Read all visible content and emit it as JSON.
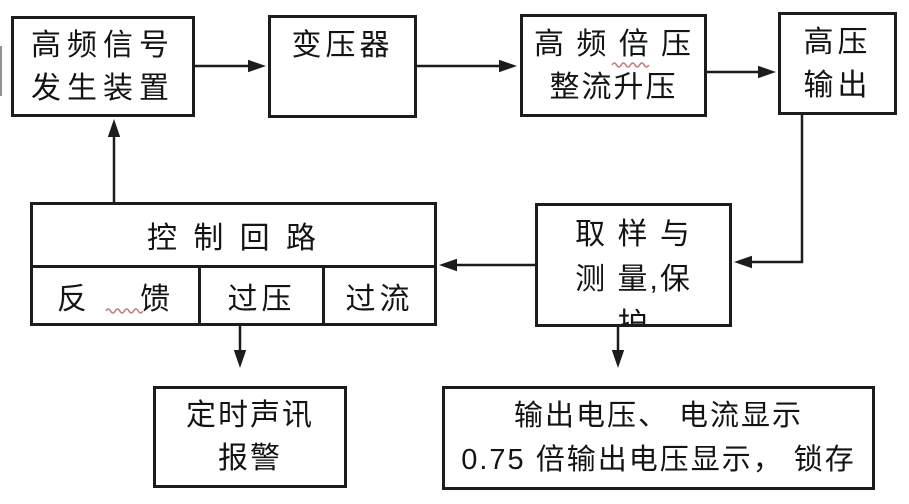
{
  "colors": {
    "line": "#1c1c1c",
    "background": "#ffffff",
    "text": "#141414",
    "spellcheck_underline": "#c97b7b"
  },
  "boxes": {
    "signal_generator": {
      "lines": [
        "高频信号",
        "发生装置"
      ]
    },
    "transformer": {
      "lines": [
        "变压器"
      ]
    },
    "doubler_rectifier": {
      "lines": [
        "高 频 倍 压",
        "整流升压"
      ]
    },
    "hv_output": {
      "lines": [
        "高压",
        "输出"
      ]
    },
    "control_loop": {
      "title": "控 制 回 路",
      "cells": [
        {
          "label": "反    馈"
        },
        {
          "label": "过压"
        },
        {
          "label": "过流"
        }
      ]
    },
    "sampling": {
      "lines": [
        "取 样 与",
        "测 量,保",
        "护"
      ]
    },
    "alarm": {
      "lines": [
        "定时声讯",
        "报警"
      ]
    },
    "display": {
      "lines": [
        "输出电压、 电流显示",
        "0.75 倍输出电压显示， 锁存"
      ]
    }
  }
}
